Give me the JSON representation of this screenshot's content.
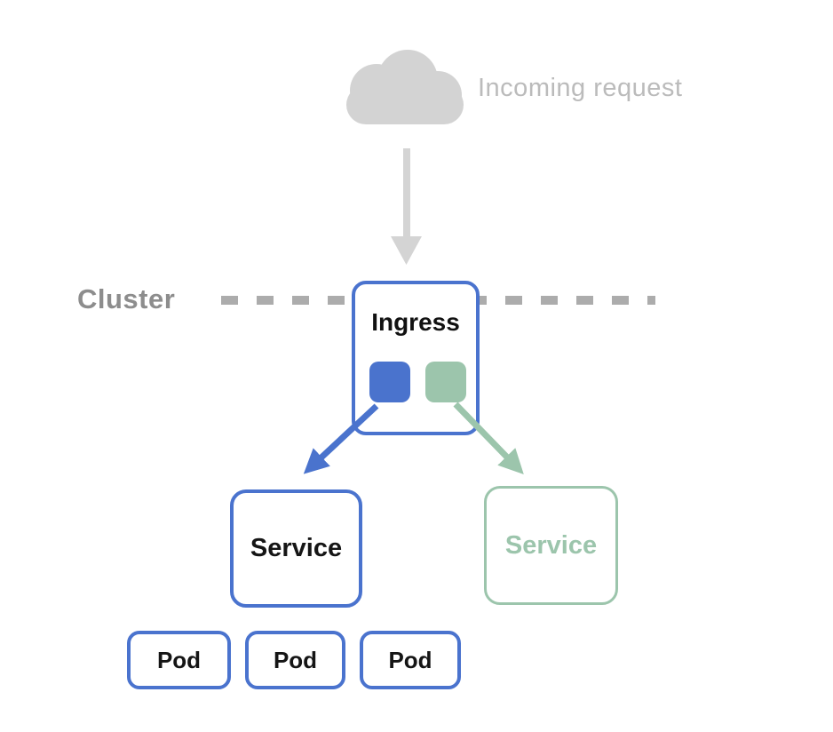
{
  "incoming": {
    "label": "Incoming request",
    "icon": "cloud-icon",
    "icon_color": "#D3D3D3",
    "text_color": "#BBBBBB"
  },
  "cluster": {
    "label": "Cluster",
    "text_color": "#8D8D8D",
    "boundary_color": "#ACACAC",
    "boundary_style": "dashed"
  },
  "ingress": {
    "label": "Ingress",
    "border_color": "#4A73CE",
    "rules": [
      {
        "name": "blue-rule",
        "color": "#4A73CD"
      },
      {
        "name": "green-rule",
        "color": "#9CC5AC"
      }
    ]
  },
  "services": [
    {
      "label": "Service",
      "border_color": "#4A73CE",
      "text_color": "#151515"
    },
    {
      "label": "Service",
      "border_color": "#9CC5AC",
      "text_color": "#9CC5AC"
    }
  ],
  "pods": [
    {
      "label": "Pod"
    },
    {
      "label": "Pod"
    },
    {
      "label": "Pod"
    }
  ],
  "arrows": [
    {
      "name": "incoming-arrow",
      "color": "#D4D4D4",
      "from": "cloud",
      "to": "ingress"
    },
    {
      "name": "blue-route-arrow",
      "color": "#4A73CD",
      "from": "ingress",
      "to": "service-1"
    },
    {
      "name": "green-route-arrow",
      "color": "#9CC5AC",
      "from": "ingress",
      "to": "service-2"
    }
  ]
}
